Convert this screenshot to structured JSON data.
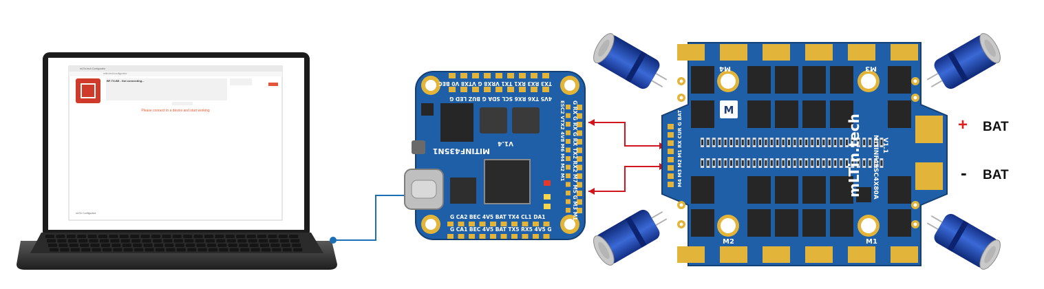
{
  "laptop": {
    "tab_title": "mLTin.tech Configurator",
    "address": "mltin.tech/configurator",
    "connection_text": "BF-TX-B5 - Got connecting...",
    "message": "Please connect to a device and start working",
    "version": "mLTin Configurator"
  },
  "flight_controller": {
    "name": "MITINF435N1",
    "version": "V1.4",
    "top_row": "TX3 RX3 RX1 TX1 VRX8 G VTX8 V0 BEC",
    "top_row2": "4V5 TX6 RX6 SCL SDA G BUZ LED G",
    "bottom_row": "G CA2 BEC 4V5 BAT TX4 CL1 DA1",
    "bottom_row2": "G CA1 BEC 4V5 BAT TX5 RX5 4V5 G",
    "right_col": "G RX G RX G RX TX2 RX2 M7 M5 G M3 M1",
    "right_col2": "ESC2 VTX2 4V8 M6 M4 M2 M1"
  },
  "esc": {
    "brand": "mLTin.tech",
    "model": "MITINF4ESC4X80A",
    "version": "V1.1",
    "motor_labels": [
      "M4",
      "M3",
      "M2",
      "M1"
    ],
    "pin_labels": "M4 M3 M2 M1 RX CUR G BAT",
    "logo": "M"
  },
  "battery": {
    "plus_sign": "+",
    "minus_sign": "-",
    "plus_label": "BAT",
    "minus_label": "BAT"
  },
  "colors": {
    "pcb_blue": "#1f5fa8",
    "pad_gold": "#e2b43a",
    "usb_line": "#1a6fb5",
    "signal_line": "#d0161c",
    "capacitor_blue": "#1c3fa6"
  }
}
